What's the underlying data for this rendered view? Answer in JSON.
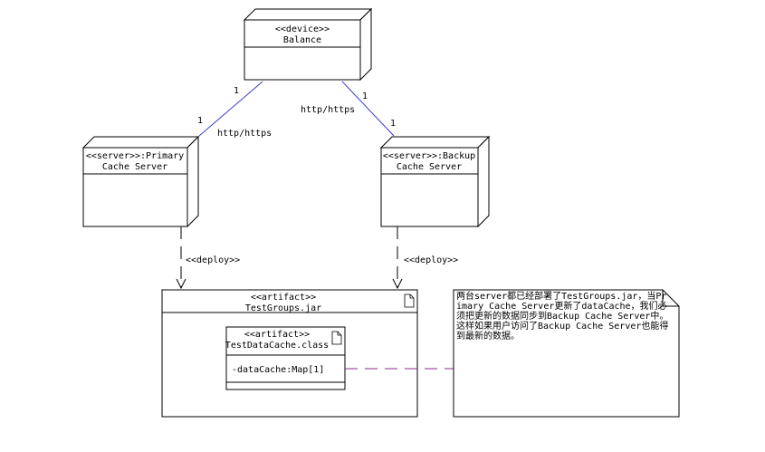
{
  "nodes": {
    "balance": {
      "stereotype": "<<device>>",
      "name": "Balance"
    },
    "primary": {
      "line1": "<<server>>:Primary",
      "line2": "Cache Server"
    },
    "backup": {
      "line1": "<<server>>:Backup",
      "line2": "Cache Server"
    }
  },
  "links": {
    "left": {
      "label": "http/https",
      "mult_top": "1",
      "mult_bottom": "1"
    },
    "right": {
      "label": "http/https",
      "mult_top": "1",
      "mult_bottom": "1"
    }
  },
  "deploy": {
    "left": "<<deploy>>",
    "right": "<<deploy>>"
  },
  "artifact": {
    "stereotype": "<<artifact>>",
    "name": "TestGroups.jar",
    "inner": {
      "stereotype": "<<artifact>>",
      "name": "TestDataCache.class",
      "attribute": "-dataCache:Map[1]"
    }
  },
  "note": {
    "text": "两台server都已经部署了TestGroups.jar，当Primary Cache Server更新了dataCache，我们必须把更新的数据同步到Backup Cache Server中。这样如果用户访问了Backup Cache Server也能得到最新的数据。"
  },
  "colors": {
    "association": "#3a3acc",
    "note_link": "#8a2a8a",
    "lines": "#000000"
  }
}
